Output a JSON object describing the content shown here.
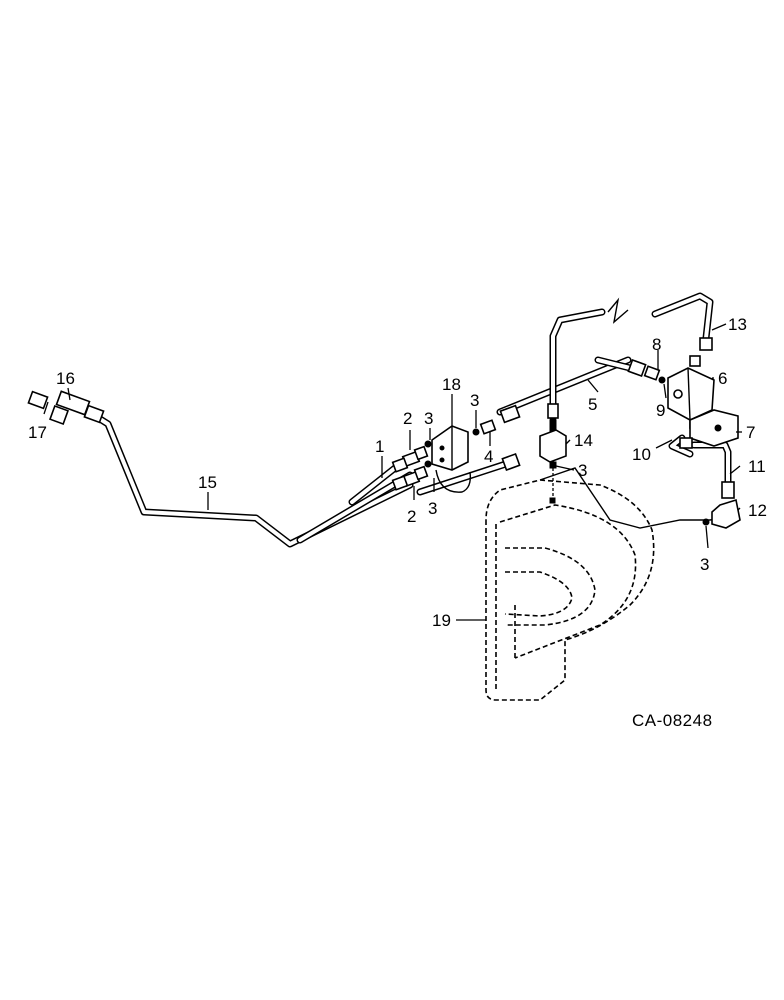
{
  "drawing": {
    "code": "CA-08248"
  },
  "callouts": [
    {
      "label": "1"
    },
    {
      "label": "2"
    },
    {
      "label": "2"
    },
    {
      "label": "3"
    },
    {
      "label": "3"
    },
    {
      "label": "3"
    },
    {
      "label": "3"
    },
    {
      "label": "3"
    },
    {
      "label": "4"
    },
    {
      "label": "5"
    },
    {
      "label": "6"
    },
    {
      "label": "7"
    },
    {
      "label": "8"
    },
    {
      "label": "9"
    },
    {
      "label": "10"
    },
    {
      "label": "11"
    },
    {
      "label": "12"
    },
    {
      "label": "13"
    },
    {
      "label": "14"
    },
    {
      "label": "15"
    },
    {
      "label": "16"
    },
    {
      "label": "17"
    },
    {
      "label": "18"
    },
    {
      "label": "19"
    }
  ]
}
